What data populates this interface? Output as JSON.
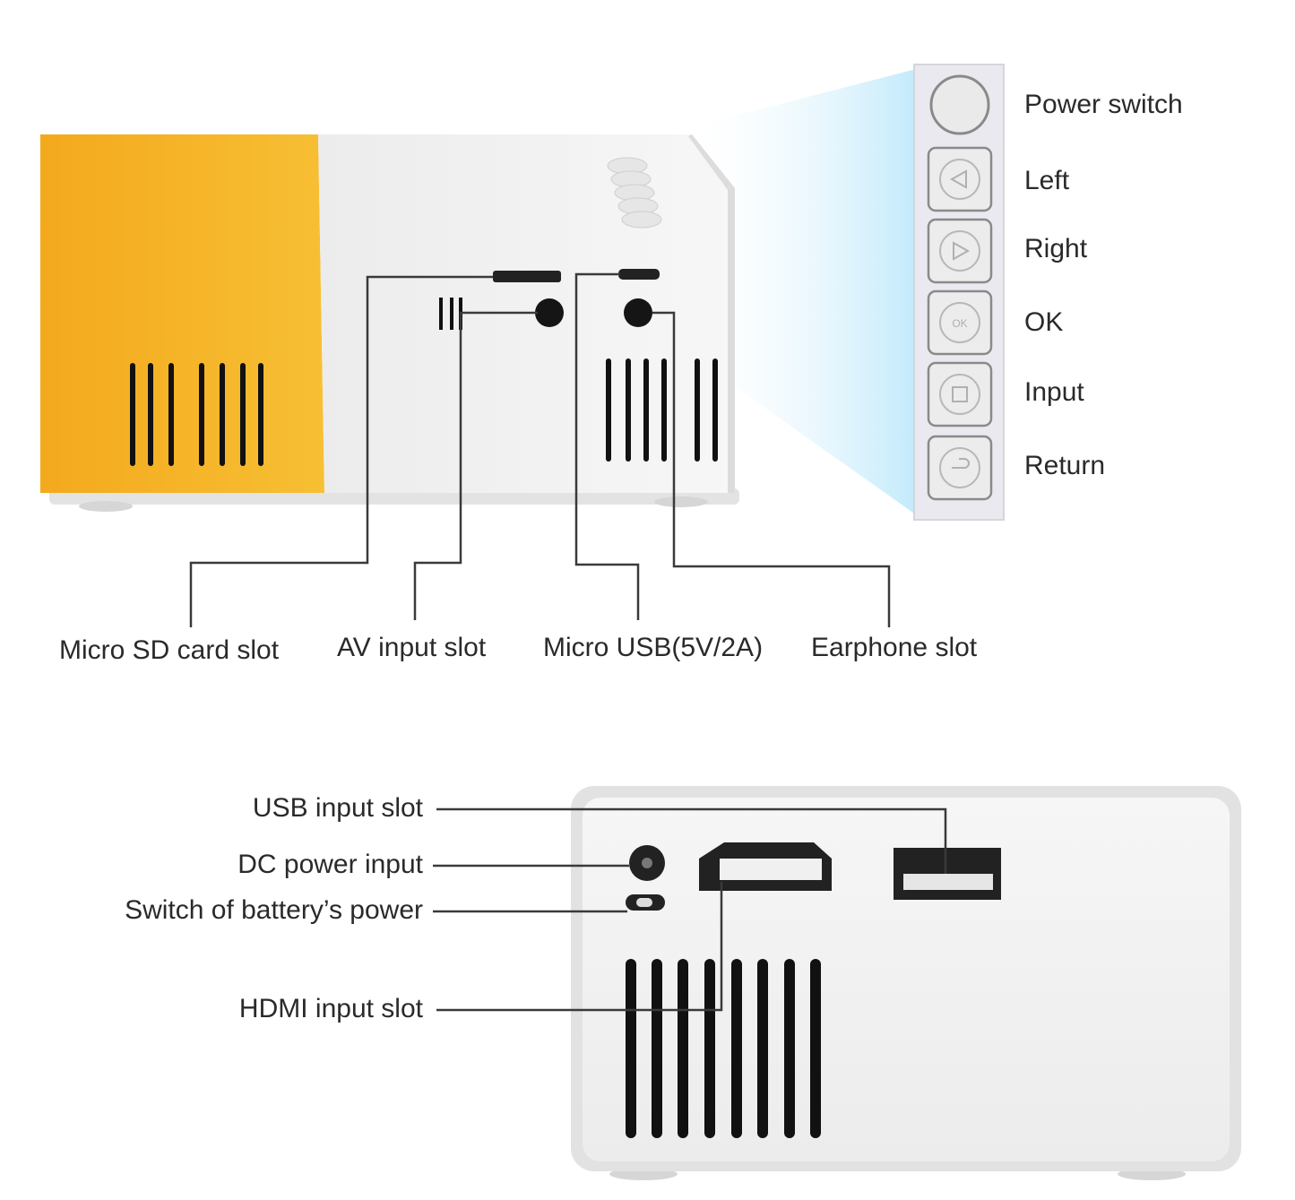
{
  "top_callouts": {
    "micro_sd": "Micro SD card slot",
    "av_input": "AV input slot",
    "micro_usb": "Micro USB(5V/2A)",
    "earphone": "Earphone slot"
  },
  "button_panel": {
    "power": "Power switch",
    "left": "Left",
    "right": "Right",
    "ok": "OK",
    "input": "Input",
    "return": "Return",
    "ok_glyph": "OK"
  },
  "rear_callouts": {
    "usb_input": "USB input slot",
    "dc_power": "DC power input",
    "battery_switch": "Switch of battery’s power",
    "hdmi_input": "HDMI input slot"
  },
  "colors": {
    "housing_yellow": "#f6b62a",
    "housing_white": "#f1f1f1",
    "leader_line": "#3a3a3a",
    "beam_blue": "#cfeefc"
  }
}
